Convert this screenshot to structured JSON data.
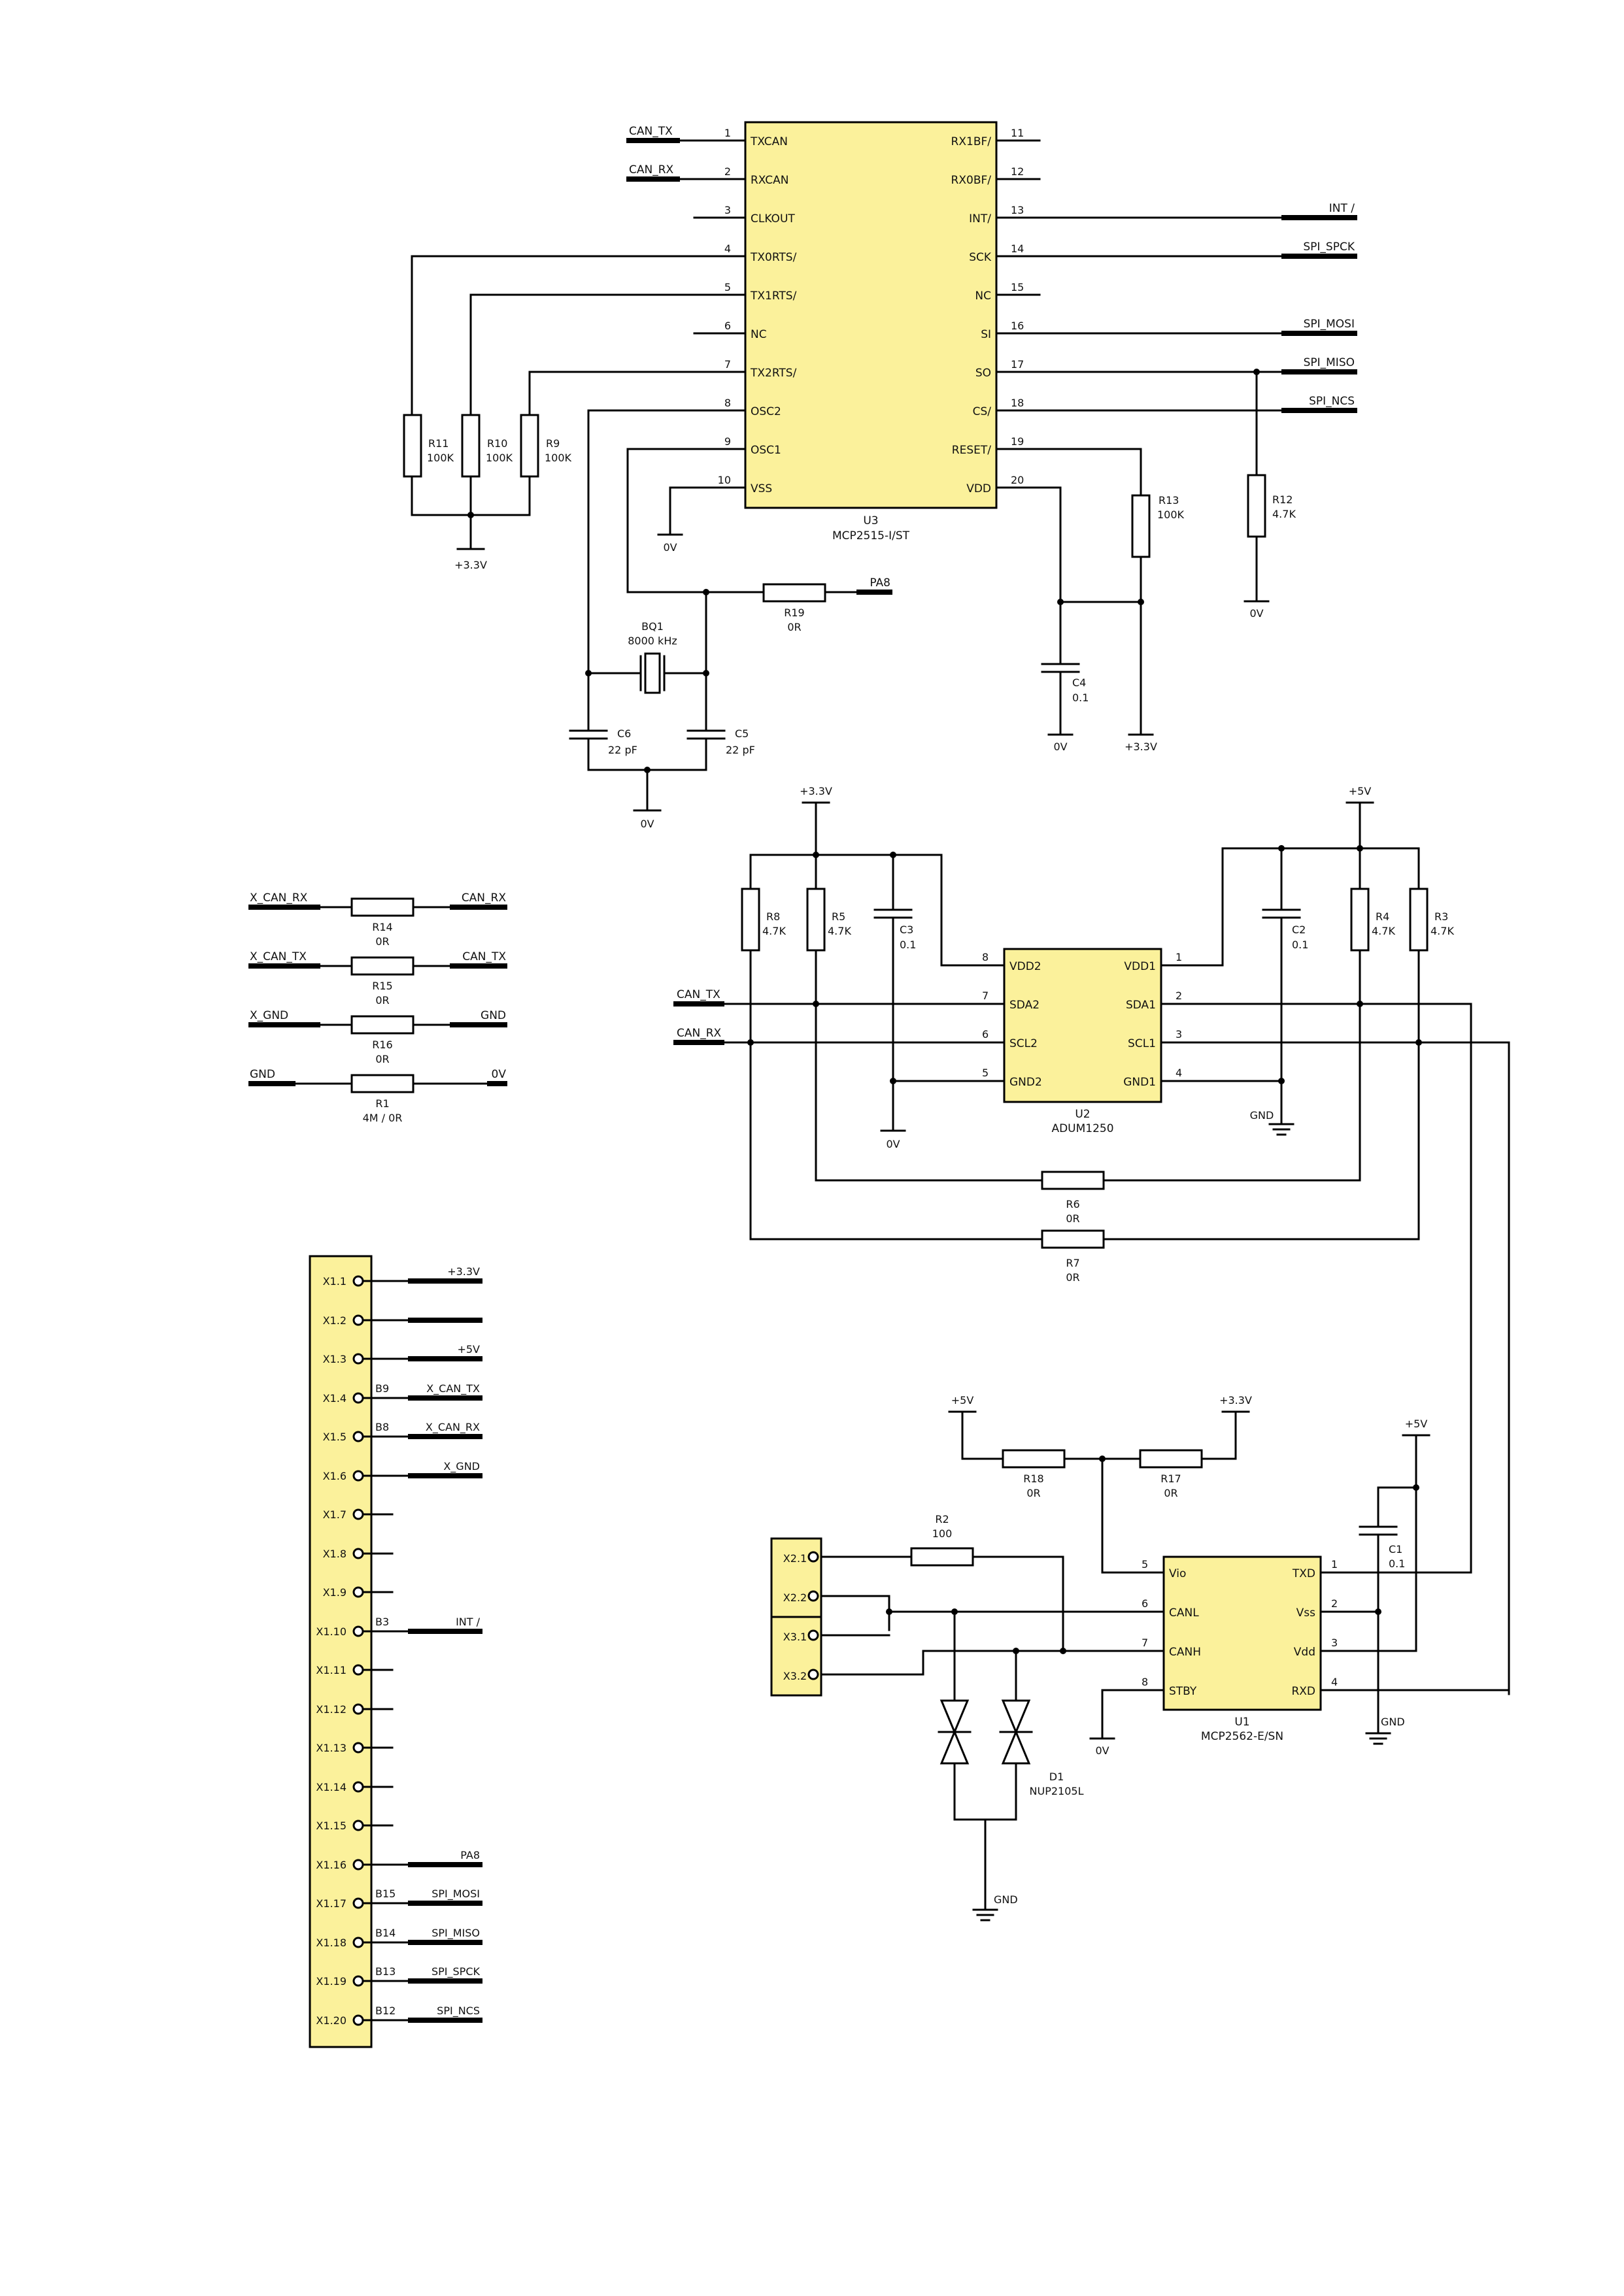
{
  "u3": {
    "ref": "U3",
    "value": "MCP2515-I/ST",
    "left_pins": [
      {
        "num": "1",
        "name": "TXCAN",
        "net": "CAN_TX"
      },
      {
        "num": "2",
        "name": "RXCAN",
        "net": "CAN_RX"
      },
      {
        "num": "3",
        "name": "CLKOUT",
        "net": ""
      },
      {
        "num": "4",
        "name": "TX0RTS/",
        "net": ""
      },
      {
        "num": "5",
        "name": "TX1RTS/",
        "net": ""
      },
      {
        "num": "6",
        "name": "NC",
        "net": ""
      },
      {
        "num": "7",
        "name": "TX2RTS/",
        "net": ""
      },
      {
        "num": "8",
        "name": "OSC2",
        "net": ""
      },
      {
        "num": "9",
        "name": "OSC1",
        "net": ""
      },
      {
        "num": "10",
        "name": "VSS",
        "net": ""
      }
    ],
    "right_pins": [
      {
        "num": "11",
        "name": "RX1BF/",
        "net": ""
      },
      {
        "num": "12",
        "name": "RX0BF/",
        "net": ""
      },
      {
        "num": "13",
        "name": "INT/",
        "net": "INT /"
      },
      {
        "num": "14",
        "name": "SCK",
        "net": "SPI_SPCK"
      },
      {
        "num": "15",
        "name": "NC",
        "net": ""
      },
      {
        "num": "16",
        "name": "SI",
        "net": "SPI_MOSI"
      },
      {
        "num": "17",
        "name": "SO",
        "net": "SPI_MISO"
      },
      {
        "num": "18",
        "name": "CS/",
        "net": "SPI_NCS"
      },
      {
        "num": "19",
        "name": "RESET/",
        "net": ""
      },
      {
        "num": "20",
        "name": "VDD",
        "net": ""
      }
    ]
  },
  "top_passives": {
    "r11": {
      "ref": "R11",
      "value": "100K"
    },
    "r10": {
      "ref": "R10",
      "value": "100K"
    },
    "r9": {
      "ref": "R9",
      "value": "100K"
    },
    "r13": {
      "ref": "R13",
      "value": "100K"
    },
    "r12": {
      "ref": "R12",
      "value": "4.7K"
    },
    "r19": {
      "ref": "R19",
      "value": "0R"
    },
    "bq1": {
      "ref": "BQ1",
      "value": "8000 kHz"
    },
    "c6": {
      "ref": "C6",
      "value": "22 pF"
    },
    "c5": {
      "ref": "C5",
      "value": "22 pF"
    },
    "c4": {
      "ref": "C4",
      "value": "0.1"
    },
    "pa8": "PA8",
    "rail_33": "+3.3V",
    "gnd_0v": "0V"
  },
  "u2": {
    "ref": "U2",
    "value": "ADUM1250",
    "left_pins": [
      {
        "num": "8",
        "name": "VDD2"
      },
      {
        "num": "7",
        "name": "SDA2"
      },
      {
        "num": "6",
        "name": "SCL2"
      },
      {
        "num": "5",
        "name": "GND2"
      }
    ],
    "right_pins": [
      {
        "num": "1",
        "name": "VDD1"
      },
      {
        "num": "2",
        "name": "SDA1"
      },
      {
        "num": "3",
        "name": "SCL1"
      },
      {
        "num": "4",
        "name": "GND1"
      }
    ],
    "rail_33": "+3.3V",
    "rail_5": "+5V",
    "net_can_tx": "CAN_TX",
    "net_can_rx": "CAN_RX",
    "gnd_0v": "0V",
    "gnd": "GND",
    "r8": {
      "ref": "R8",
      "value": "4.7K"
    },
    "r5": {
      "ref": "R5",
      "value": "4.7K"
    },
    "c3": {
      "ref": "C3",
      "value": "0.1"
    },
    "c2": {
      "ref": "C2",
      "value": "0.1"
    },
    "r4": {
      "ref": "R4",
      "value": "4.7K"
    },
    "r3": {
      "ref": "R3",
      "value": "4.7K"
    },
    "r6": {
      "ref": "R6",
      "value": "0R"
    },
    "r7": {
      "ref": "R7",
      "value": "0R"
    }
  },
  "links": [
    {
      "left": "X_CAN_RX",
      "right": "CAN_RX",
      "ref": "R14",
      "value": "0R"
    },
    {
      "left": "X_CAN_TX",
      "right": "CAN_TX",
      "ref": "R15",
      "value": "0R"
    },
    {
      "left": "X_GND",
      "right": "GND",
      "ref": "R16",
      "value": "0R"
    },
    {
      "left": "GND",
      "right": "0V",
      "ref": "R1",
      "value": "4M / 0R"
    }
  ],
  "x1": [
    {
      "pin": "X1.1",
      "port": "",
      "net": "+3.3V"
    },
    {
      "pin": "X1.2",
      "port": "",
      "net": ""
    },
    {
      "pin": "X1.3",
      "port": "",
      "net": "+5V"
    },
    {
      "pin": "X1.4",
      "port": "B9",
      "net": "X_CAN_TX"
    },
    {
      "pin": "X1.5",
      "port": "B8",
      "net": "X_CAN_RX"
    },
    {
      "pin": "X1.6",
      "port": "",
      "net": "X_GND"
    },
    {
      "pin": "X1.7",
      "port": "",
      "net": ""
    },
    {
      "pin": "X1.8",
      "port": "",
      "net": ""
    },
    {
      "pin": "X1.9",
      "port": "",
      "net": ""
    },
    {
      "pin": "X1.10",
      "port": "B3",
      "net": "INT /"
    },
    {
      "pin": "X1.11",
      "port": "",
      "net": ""
    },
    {
      "pin": "X1.12",
      "port": "",
      "net": ""
    },
    {
      "pin": "X1.13",
      "port": "",
      "net": ""
    },
    {
      "pin": "X1.14",
      "port": "",
      "net": ""
    },
    {
      "pin": "X1.15",
      "port": "",
      "net": ""
    },
    {
      "pin": "X1.16",
      "port": "",
      "net": "PA8"
    },
    {
      "pin": "X1.17",
      "port": "B15",
      "net": "SPI_MOSI"
    },
    {
      "pin": "X1.18",
      "port": "B14",
      "net": "SPI_MISO"
    },
    {
      "pin": "X1.19",
      "port": "B13",
      "net": "SPI_SPCK"
    },
    {
      "pin": "X1.20",
      "port": "B12",
      "net": "SPI_NCS"
    }
  ],
  "u1": {
    "ref": "U1",
    "value": "MCP2562-E/SN",
    "left_pins": [
      {
        "num": "5",
        "name": "Vio"
      },
      {
        "num": "6",
        "name": "CANL"
      },
      {
        "num": "7",
        "name": "CANH"
      },
      {
        "num": "8",
        "name": "STBY"
      }
    ],
    "right_pins": [
      {
        "num": "1",
        "name": "TXD"
      },
      {
        "num": "2",
        "name": "Vss"
      },
      {
        "num": "3",
        "name": "Vdd"
      },
      {
        "num": "4",
        "name": "RXD"
      }
    ],
    "rail_5a": "+5V",
    "rail_33": "+3.3V",
    "rail_5b": "+5V",
    "r18": {
      "ref": "R18",
      "value": "0R"
    },
    "r17": {
      "ref": "R17",
      "value": "0R"
    },
    "r2": {
      "ref": "R2",
      "value": "100"
    },
    "c1": {
      "ref": "C1",
      "value": "0.1"
    },
    "d1": {
      "ref": "D1",
      "value": "NUP2105L"
    },
    "gnd": "GND",
    "gnd_0v": "0V",
    "x2": [
      "X2.1",
      "X2.2"
    ],
    "x3": [
      "X3.1",
      "X3.2"
    ]
  }
}
